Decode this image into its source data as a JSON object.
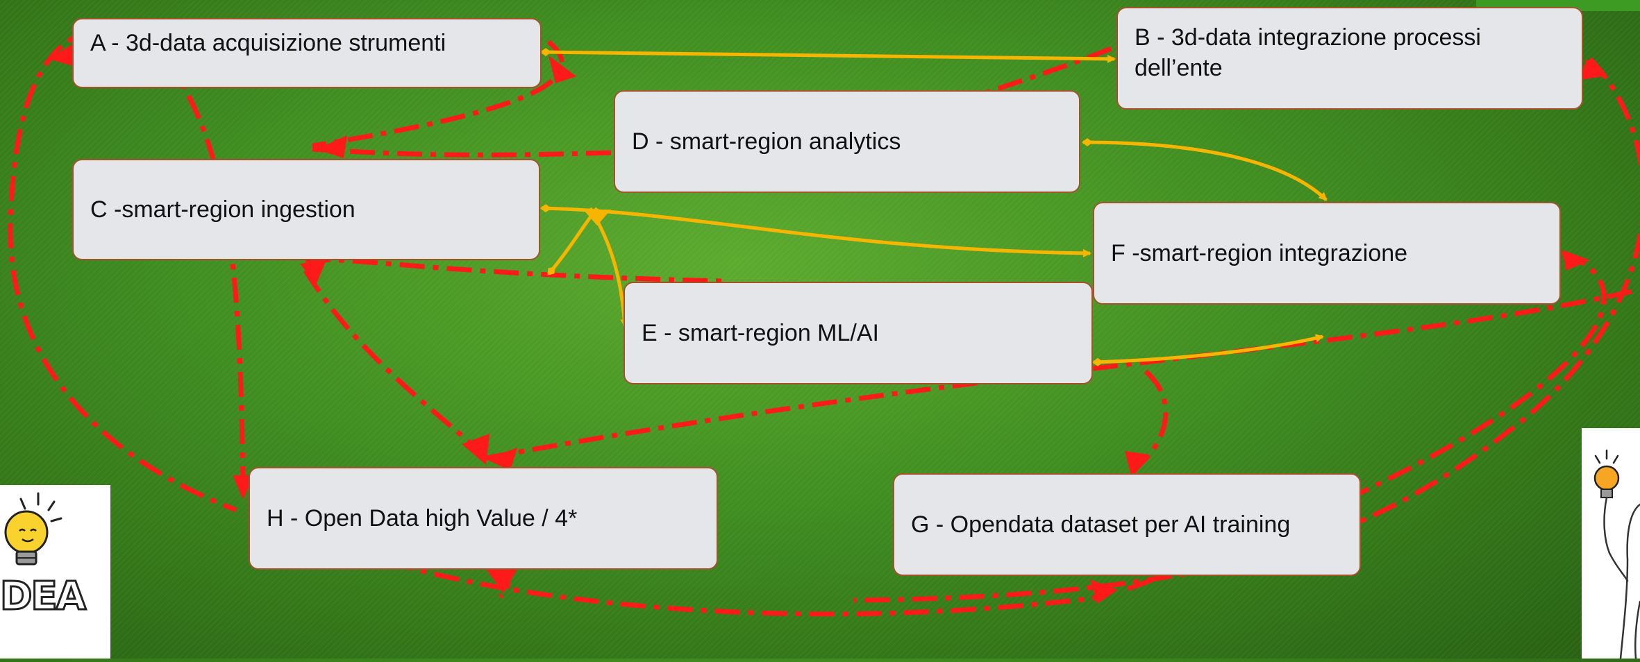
{
  "nodes": {
    "a": "A - 3d-data acquisizione strumenti",
    "b": "B - 3d-data integrazione processi dell’ente",
    "c": "C -smart-region ingestion",
    "d": "D - smart-region analytics",
    "e": "E - smart-region ML/AI",
    "f": "F -smart-region integrazione",
    "g": "G - Opendata dataset per AI training",
    "h": "H - Open Data high Value / 4*"
  },
  "colors": {
    "box_fill": "#e4e6ea",
    "box_border": "#a3532b",
    "flow_yellow": "#f7b500",
    "flow_red": "#ff1a1a",
    "background": "#3f8c20"
  },
  "icons": {
    "left": "lightbulb-idea-icon",
    "right": "person-with-lightbulb-icon"
  },
  "sticker_text": {
    "left": "DEA"
  }
}
